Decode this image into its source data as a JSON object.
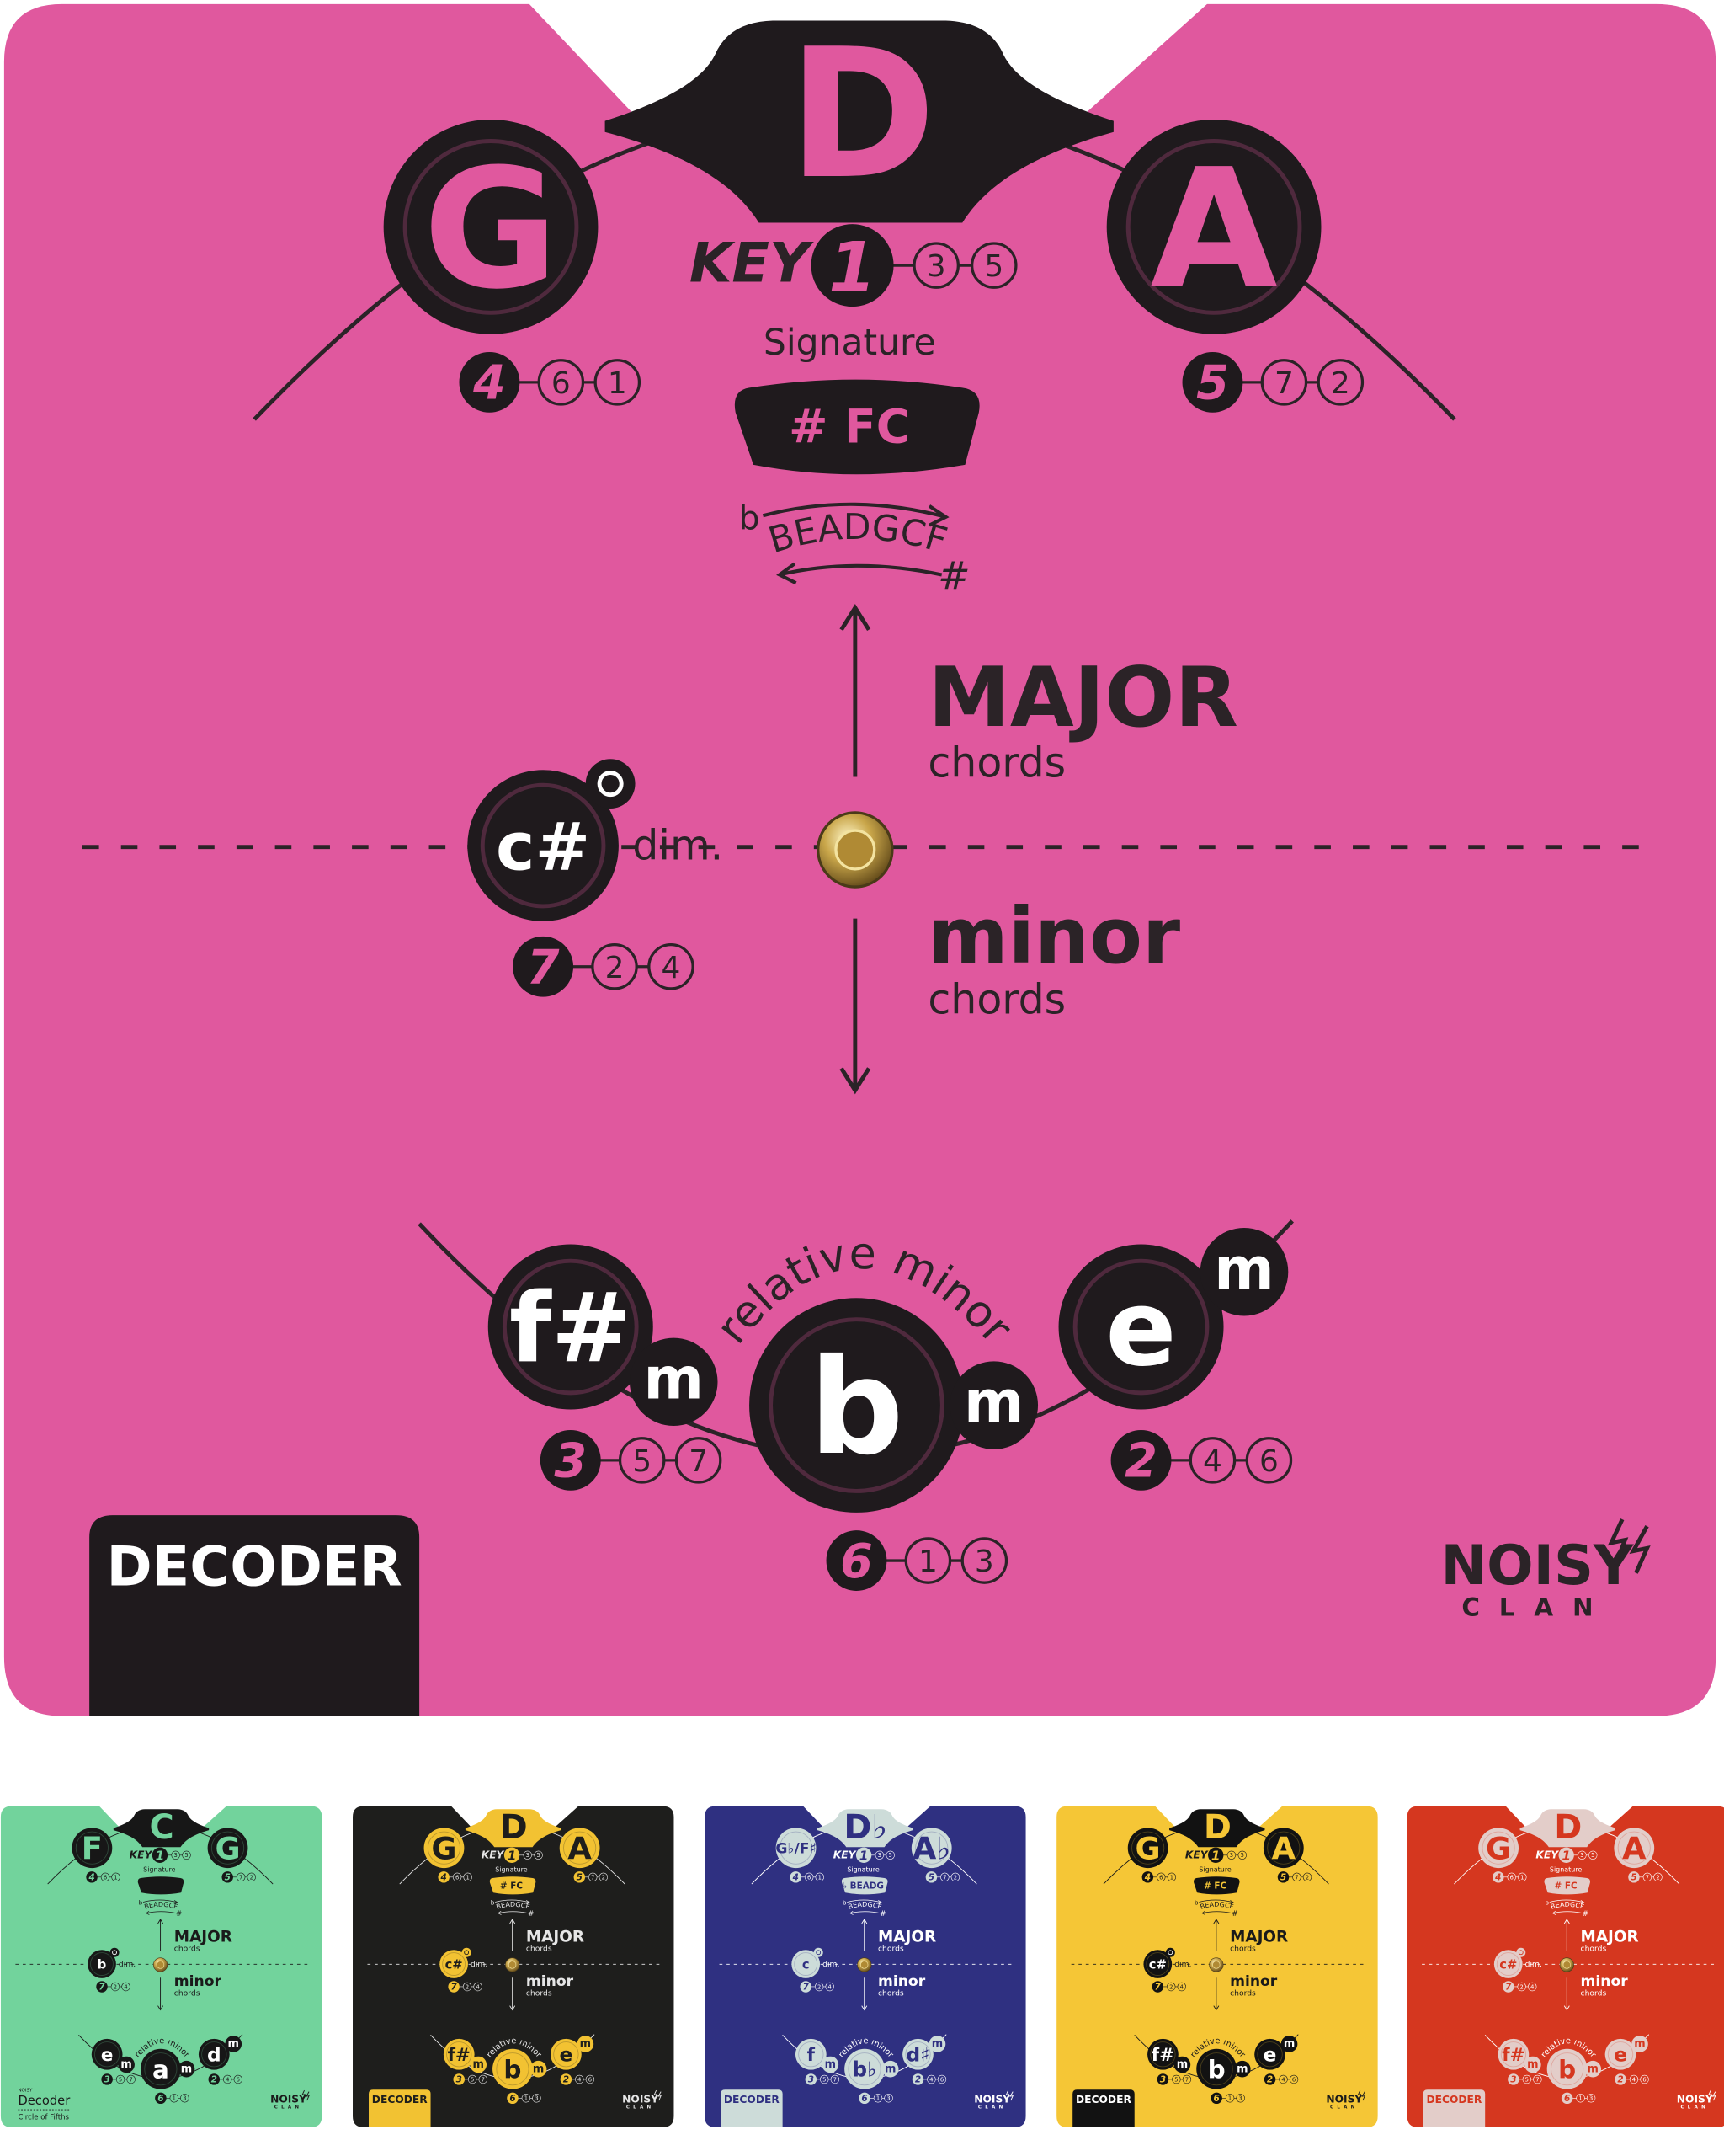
{
  "common": {
    "key_label": "KEY",
    "signature_label": "Signature",
    "scale_text": "BEADGCF",
    "flat_symbol": "b",
    "sharp_symbol": "#",
    "major_label": "MAJOR",
    "major_sub": "chords",
    "minor_label": "minor",
    "minor_sub": "chords",
    "dim_label": "dim.",
    "dim_symbol": "o",
    "relative_minor_label": "relative minor",
    "minor_suffix": "m",
    "brand_top": "NOISY",
    "brand_bottom": "CLAN",
    "degrees": {
      "key": [
        "1",
        "3",
        "5"
      ],
      "left": [
        "4",
        "6",
        "1"
      ],
      "right": [
        "5",
        "7",
        "2"
      ],
      "dim": [
        "7",
        "2",
        "4"
      ],
      "minor_left": [
        "3",
        "5",
        "7"
      ],
      "minor_center": [
        "6",
        "1",
        "3"
      ],
      "minor_right": [
        "2",
        "4",
        "6"
      ]
    },
    "icons": [
      "lightning-bolt-icon",
      "eyelet-rivet-icon",
      "arrow-up-icon",
      "arrow-down-icon"
    ]
  },
  "main_card": {
    "colors": {
      "bg": "#e0589e",
      "circle": "#1f1a1d",
      "letter": "#e0589e",
      "minor_letter": "#ffffff",
      "text": "#2b2327",
      "box": "#1f1a1d",
      "box_text": "#ffffff"
    },
    "key": "D",
    "left": "G",
    "right": "A",
    "dim": "c#",
    "minors": [
      "f#",
      "b",
      "e"
    ],
    "signature": "# FC",
    "label": "DECODER",
    "label_style": "box"
  },
  "variants": [
    {
      "colors": {
        "bg": "#72d39c",
        "circle": "#171717",
        "letter": "#72d39c",
        "minor_letter": "#ffffff",
        "text": "#1a1a1a",
        "box": "#171717",
        "box_text": "#ffffff"
      },
      "key": "C",
      "left": "F",
      "right": "G",
      "dim": "b",
      "minors": [
        "e",
        "a",
        "d"
      ],
      "signature": "",
      "label": "Decoder",
      "label_top": "NOISY",
      "label_sub": "Circle of Fifths",
      "label_style": "text"
    },
    {
      "colors": {
        "bg": "#1e1e1c",
        "circle": "#f2c232",
        "letter": "#1e1e1c",
        "minor_letter": "#1e1e1c",
        "text": "#e6e6e6",
        "box": "#f2c232",
        "box_text": "#1e1e1c"
      },
      "key": "D",
      "left": "G",
      "right": "A",
      "dim": "c#",
      "minors": [
        "f#",
        "b",
        "e"
      ],
      "signature": "# FC",
      "label": "DECODER",
      "label_style": "box"
    },
    {
      "colors": {
        "bg": "#2f3081",
        "circle": "#cddcd9",
        "letter": "#2f3081",
        "minor_letter": "#2f3081",
        "text": "#ffffff",
        "box": "#cddcd9",
        "box_text": "#2f3081"
      },
      "key": "D♭",
      "left": "G♭/F♯",
      "right": "A♭",
      "dim": "c",
      "minors": [
        "f",
        "b♭",
        "d♯"
      ],
      "signature": "♭ BEADG",
      "label": "DECODER",
      "label_style": "box"
    },
    {
      "colors": {
        "bg": "#f5c636",
        "circle": "#121212",
        "letter": "#f5c636",
        "minor_letter": "#ffffff",
        "text": "#1a1a1a",
        "box": "#121212",
        "box_text": "#ffffff"
      },
      "key": "D",
      "left": "G",
      "right": "A",
      "dim": "c#",
      "minors": [
        "f#",
        "b",
        "e"
      ],
      "signature": "# FC",
      "label": "DECODER",
      "label_style": "box"
    },
    {
      "colors": {
        "bg": "#d5371f",
        "circle": "#e3cdc9",
        "letter": "#d5371f",
        "minor_letter": "#d5371f",
        "text": "#ffffff",
        "box": "#e3cdc9",
        "box_text": "#d5371f"
      },
      "key": "D",
      "left": "G",
      "right": "A",
      "dim": "c#",
      "minors": [
        "f#",
        "b",
        "e"
      ],
      "signature": "# FC",
      "label": "DECODER",
      "label_style": "box"
    }
  ]
}
